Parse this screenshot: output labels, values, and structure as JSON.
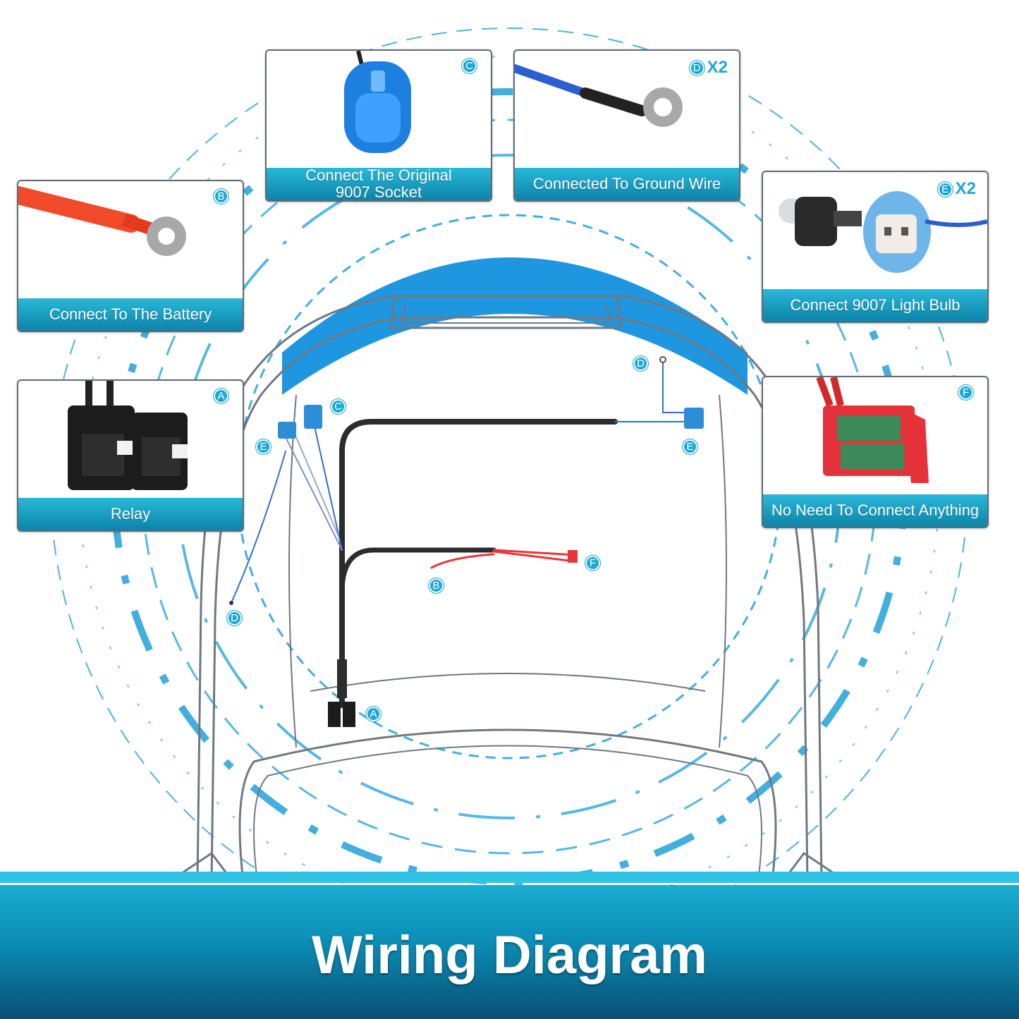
{
  "title": "Wiring Diagram",
  "colors": {
    "accent": "#1aa8d8",
    "banner": "#0b8bb3",
    "red_wire": "#e8353a",
    "blue_wire": "#2f6fd0"
  },
  "cards": {
    "socket": {
      "caption": "Connect The Original\n9007 Socket",
      "letter": "C",
      "multiplier": ""
    },
    "ground": {
      "caption": "Connected To Ground Wire",
      "letter": "D",
      "multiplier": "X2"
    },
    "battery": {
      "caption": "Connect To The Battery",
      "letter": "B",
      "multiplier": ""
    },
    "bulb": {
      "caption": "Connect 9007 Light Bulb",
      "letter": "E",
      "multiplier": "X2"
    },
    "relay": {
      "caption": "Relay",
      "letter": "A",
      "multiplier": ""
    },
    "fuse": {
      "caption": "No Need To Connect Anything",
      "letter": "F",
      "multiplier": ""
    }
  },
  "markers": {
    "d_top": "D",
    "c_mid": "C",
    "e_left": "E",
    "e_right": "E",
    "d_left": "D",
    "f_mid": "F",
    "b_mid": "B",
    "a_mid": "A"
  }
}
